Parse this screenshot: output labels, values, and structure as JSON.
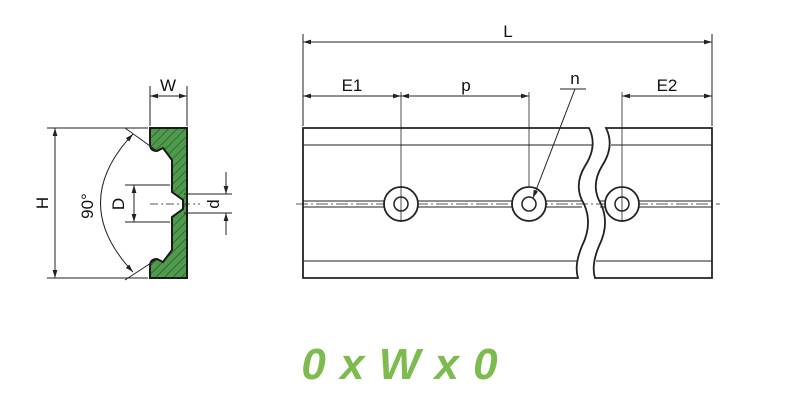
{
  "labels": {
    "W": "W",
    "H": "H",
    "angle": "90°",
    "D": "D",
    "d": "d",
    "L": "L",
    "E1": "E1",
    "p": "p",
    "n": "n",
    "E2": "E2"
  },
  "caption": "0 x W x 0",
  "colors": {
    "profile_fill": "#4f9a4c",
    "caption": "#7dbb4f",
    "line": "#222222"
  }
}
